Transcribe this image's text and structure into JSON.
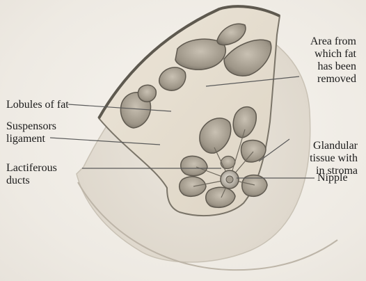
{
  "labels": {
    "area_removed": [
      "Area from",
      "which fat",
      "has been",
      "removed"
    ],
    "lobules": "Lobules of fat",
    "suspensory": [
      "Suspensors",
      "ligament"
    ],
    "glandular": [
      "Glandular",
      "tissue with",
      "in stroma"
    ],
    "lactiferous": [
      "Lactiferous",
      "ducts"
    ],
    "nipple": "Nipple"
  },
  "colors": {
    "background": "#f1eee8",
    "tissue": "#e6dfd2",
    "shadow": "#9c9486",
    "outline": "#6d675d",
    "leader_line": "#5a5a5a"
  }
}
